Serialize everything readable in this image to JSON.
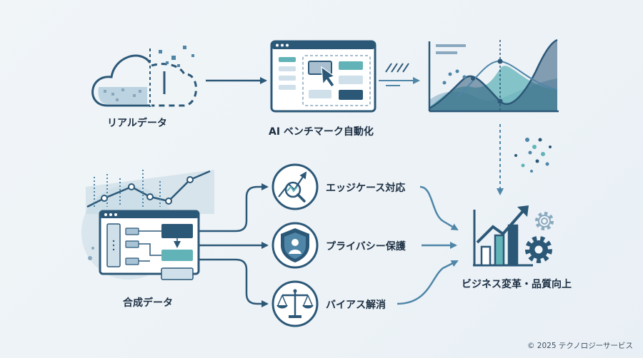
{
  "nodes": {
    "real_data": "リアルデータ",
    "ai_benchmark": "AI ベンチマーク自動化",
    "synthetic_data": "合成データ",
    "edge_case": "エッジケース対応",
    "privacy": "プライバシー保護",
    "bias": "バイアス解消",
    "business": "ビジネス変革・品質向上"
  },
  "footer": {
    "copyright": "© 2025 テクノロジーサービス"
  },
  "colors": {
    "dark": "#2c5878",
    "mid": "#4f86a8",
    "teal": "#62b3b8",
    "light": "#cfe0ea"
  }
}
